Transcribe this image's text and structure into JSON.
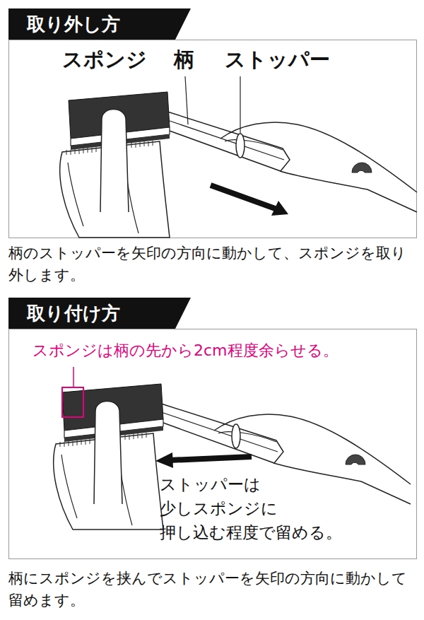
{
  "diagram": {
    "nodes": [
      {
        "text": [
          "取り外し方"
        ]
      },
      {
        "text": [
          "取り付け方"
        ]
      }
    ],
    "labels": [
      "スポンジ",
      "柄",
      "ストッパー",
      "柄のストッパーを矢印の方向に動かして、スポンジを取り外します。",
      "スポンジは柄の先から2cm程度余らせる。",
      "ストッパーは 少しスポンジに 押し込む程度で留める。",
      "柄にスポンジを挟んでストッパーを矢印の方向に動かして留めます。"
    ]
  }
}
